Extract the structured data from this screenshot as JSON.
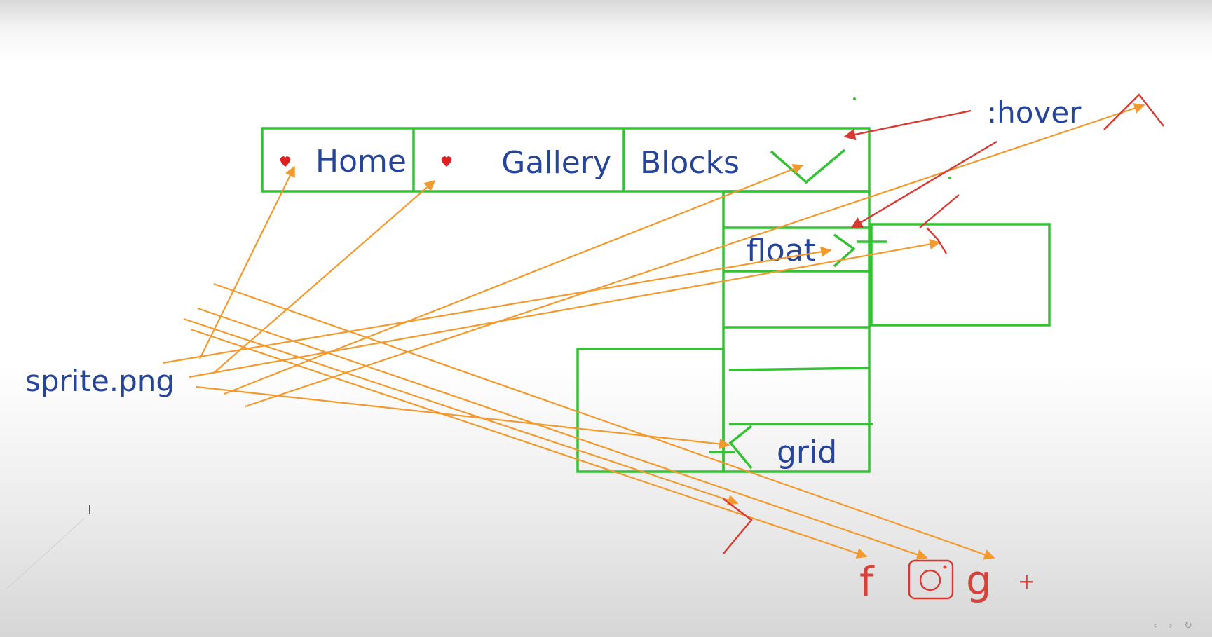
{
  "nav": {
    "home": "Home",
    "gallery": "Gallery",
    "blocks": "Blocks"
  },
  "submenu": {
    "float": "float",
    "grid": "grid"
  },
  "labels": {
    "hover": ":hover",
    "sprite": "sprite.png"
  },
  "social": {
    "facebook": "f",
    "google": "g",
    "plus": "+"
  },
  "colors": {
    "box_stroke": "#33c233",
    "arrow_orange": "#f29a2e",
    "arrow_red": "#d83a32",
    "text_blue": "#26459a"
  },
  "icons": [
    "heart-icon",
    "chevron-down-icon",
    "chevron-right-icon",
    "chevron-left-icon",
    "instagram-icon"
  ]
}
